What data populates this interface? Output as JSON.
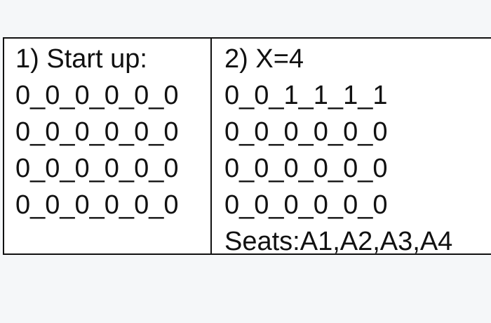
{
  "left_panel": {
    "header": "1) Start up:",
    "rows": [
      "0_0_0_0_0_0",
      "0_0_0_0_0_0",
      "0_0_0_0_0_0",
      "0_0_0_0_0_0"
    ]
  },
  "right_panel": {
    "header": "2) X=4",
    "rows": [
      "0_0_1_1_1_1",
      "0_0_0_0_0_0",
      "0_0_0_0_0_0",
      "0_0_0_0_0_0"
    ],
    "footer": "Seats:A1,A2,A3,A4"
  }
}
